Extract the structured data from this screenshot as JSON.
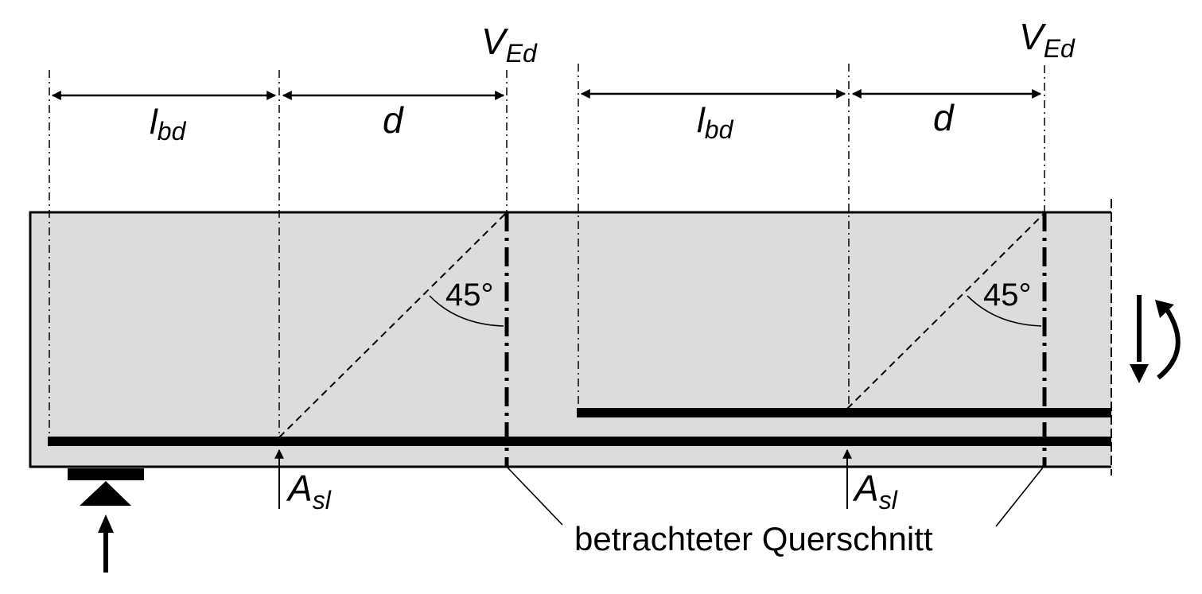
{
  "diagram": {
    "type": "reinforced-concrete-beam-anchorage",
    "colors": {
      "beam_fill": "#dcdcdc",
      "line": "#000000",
      "background": "#ffffff"
    },
    "left_detail": {
      "shear_force": {
        "main": "V",
        "sub": "Ed"
      },
      "dim_anchorage": {
        "main": "l",
        "sub": "bd"
      },
      "dim_effective_depth": {
        "main": "d"
      },
      "angle_label": "45°",
      "reinforcement": {
        "main": "A",
        "sub": "sl"
      }
    },
    "right_detail": {
      "shear_force": {
        "main": "V",
        "sub": "Ed"
      },
      "dim_anchorage": {
        "main": "l",
        "sub": "bd"
      },
      "dim_effective_depth": {
        "main": "d"
      },
      "angle_label": "45°",
      "reinforcement": {
        "main": "A",
        "sub": "sl"
      }
    },
    "section_caption": "betrachteter Querschnitt",
    "support": {
      "icon": "pin-support-icon",
      "reaction": "upward-reaction-arrow"
    },
    "internal_forces_icon": "shear-moment-icon"
  }
}
